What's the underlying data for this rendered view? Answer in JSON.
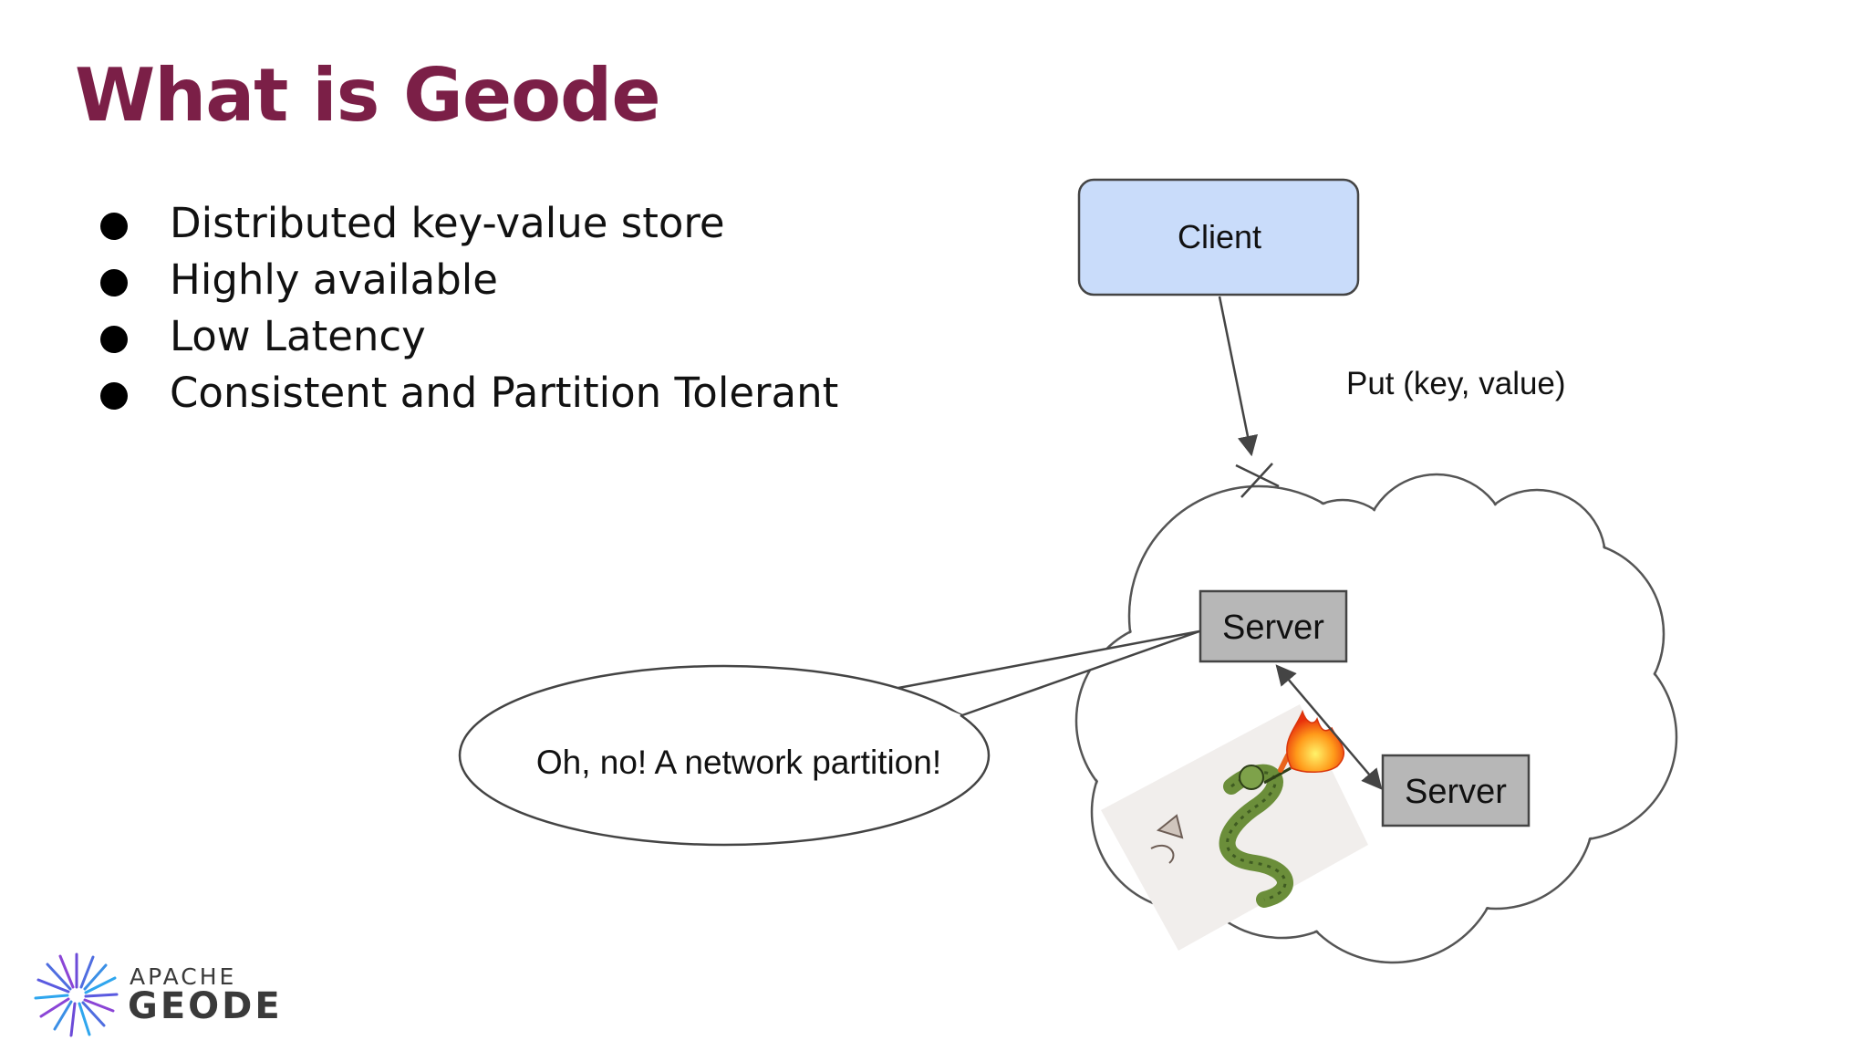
{
  "slide": {
    "title": "What is Geode",
    "bullets": [
      "Distributed key-value store",
      "Highly available",
      "Low Latency",
      "Consistent and Partition Tolerant"
    ]
  },
  "diagram": {
    "client_label": "Client",
    "put_label": "Put (key, value)",
    "server1_label": "Server",
    "server2_label": "Server",
    "speech_bubble": "Oh, no! A network partition!",
    "colors": {
      "client_fill": "#c9dcfa",
      "server_fill": "#b7b7b7",
      "line": "#444444"
    }
  },
  "logo": {
    "apache": "APACHE",
    "geode": "GEODE"
  }
}
